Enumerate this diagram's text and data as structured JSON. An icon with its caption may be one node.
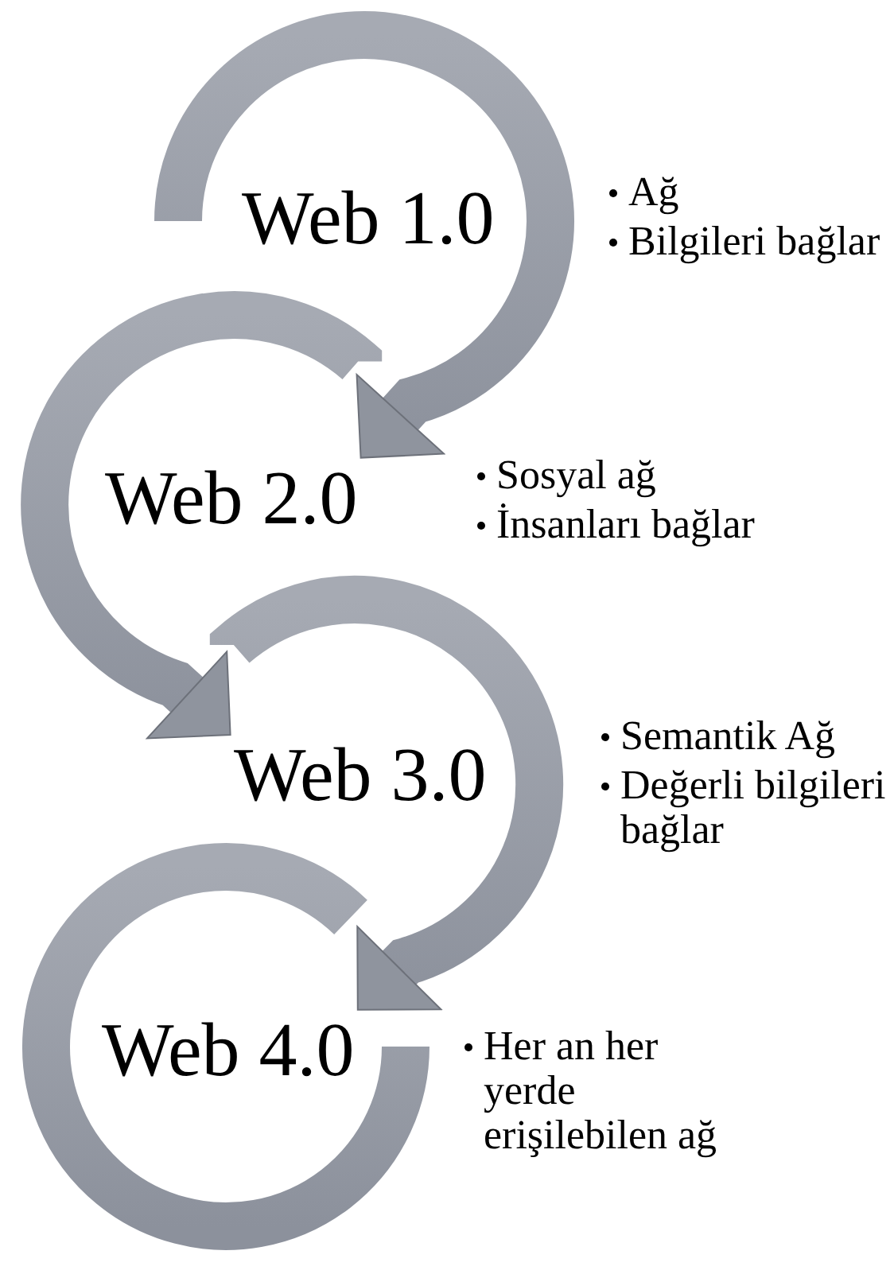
{
  "diagram": {
    "nodes": [
      {
        "text": [
          "Web 1.0"
        ],
        "beside": [
          "Ağ",
          "Bilgileri bağlar"
        ]
      },
      {
        "text": [
          "Web 2.0"
        ],
        "beside": [
          "Sosyal ağ",
          "İnsanları bağlar"
        ]
      },
      {
        "text": [
          "Web 3.0"
        ],
        "beside": [
          "Semantik Ağ",
          "Değerli bilgileri bağlar"
        ]
      },
      {
        "text": [
          "Web 4.0"
        ],
        "beside": [
          "Her an her yerde erişilebilen ağ"
        ]
      }
    ],
    "edges": [
      {
        "from": 0,
        "to": 1,
        "arrow": "to"
      },
      {
        "from": 1,
        "to": 2,
        "arrow": "to"
      },
      {
        "from": 2,
        "to": 3,
        "arrow": "to"
      }
    ]
  }
}
